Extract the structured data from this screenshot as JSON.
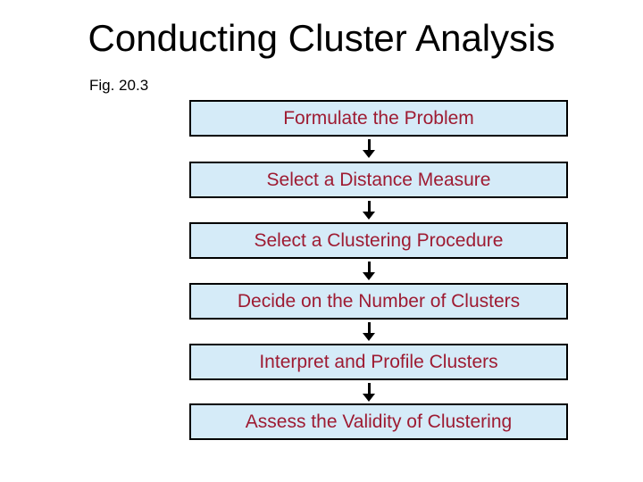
{
  "slide": {
    "title": "Conducting Cluster Analysis",
    "figure_label": "Fig. 20.3"
  },
  "flowchart": {
    "steps": [
      "Formulate the Problem",
      "Select a Distance Measure",
      "Select a Clustering Procedure",
      "Decide on the Number of Clusters",
      "Interpret and Profile Clusters",
      "Assess the Validity of Clustering"
    ],
    "connector_icon": "down-arrow"
  },
  "colors": {
    "background": "#FFFFFF",
    "title_text": "#000000",
    "figure_label_text": "#000000",
    "box_fill": "#D5EBF8",
    "box_border": "#000000",
    "box_text": "#9E1B32",
    "arrow": "#000000"
  }
}
